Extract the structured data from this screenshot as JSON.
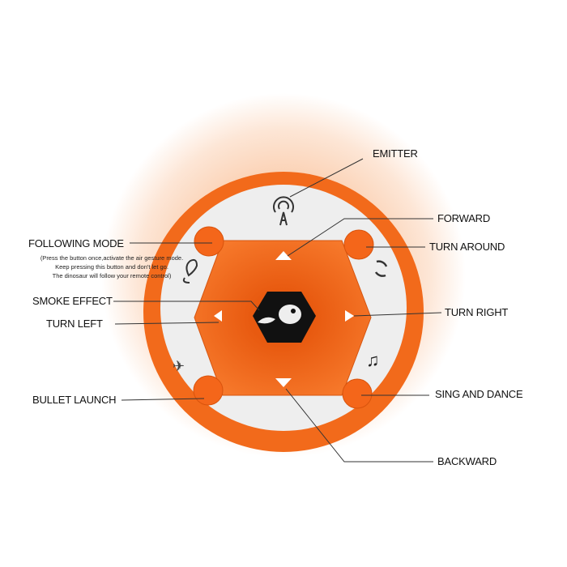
{
  "labels": {
    "emitter": "EMITTER",
    "forward": "FORWARD",
    "turn_around": "TURN AROUND",
    "turn_right": "TURN RIGHT",
    "sing_and_dance": "SING AND DANCE",
    "backward": "BACKWARD",
    "following_mode": "FOLLOWING MODE",
    "smoke_effect": "SMOKE EFFECT",
    "turn_left": "TURN LEFT",
    "bullet_launch": "BULLET LAUNCH"
  },
  "following_mode_note": [
    "(Press the button once,activate the air gesture mode.",
    "Keep pressing this button and don't let go.",
    "The dinosaur will  follow your remote control)"
  ],
  "colors": {
    "orange": "#f26a1b",
    "face": "#eeeeee",
    "center": "#111111"
  }
}
